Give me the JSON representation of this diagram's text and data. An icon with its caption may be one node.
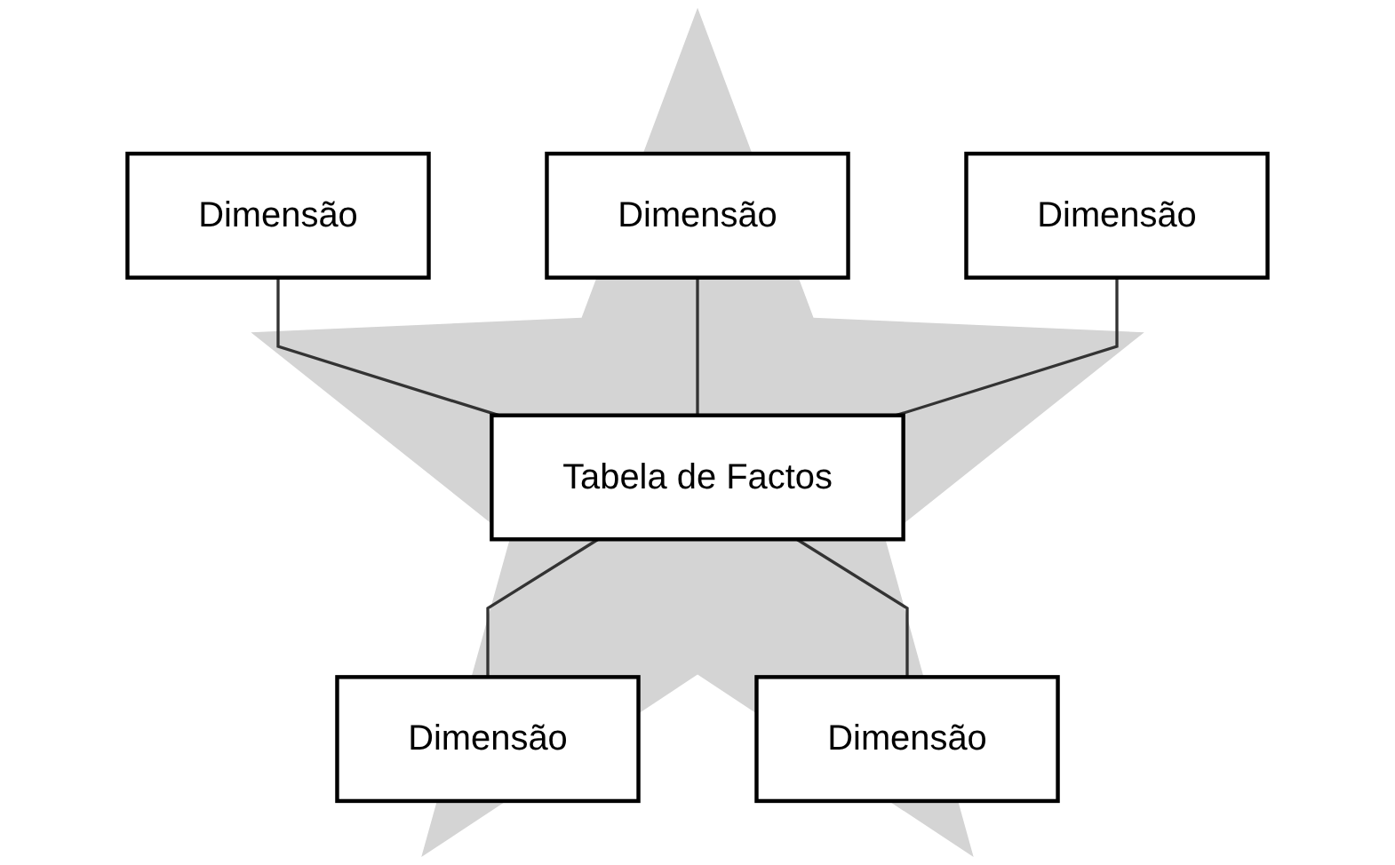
{
  "diagram": {
    "nodes": [
      {
        "text": [
          "Dimensão"
        ]
      },
      {
        "text": [
          "Dimensão"
        ]
      },
      {
        "text": [
          "Tabela de Factos"
        ]
      },
      {
        "text": [
          "Dimensão"
        ]
      },
      {
        "text": [
          "Dimensão"
        ]
      },
      {
        "text": [
          "Dimensão"
        ]
      }
    ],
    "edges": [
      {
        "from": 0,
        "to": 2,
        "arrow": "none"
      },
      {
        "from": 1,
        "to": 2,
        "arrow": "none"
      },
      {
        "from": 3,
        "to": 2,
        "arrow": "none"
      },
      {
        "from": 2,
        "to": 4,
        "arrow": "none"
      },
      {
        "from": 2,
        "to": 5,
        "arrow": "none"
      }
    ]
  }
}
